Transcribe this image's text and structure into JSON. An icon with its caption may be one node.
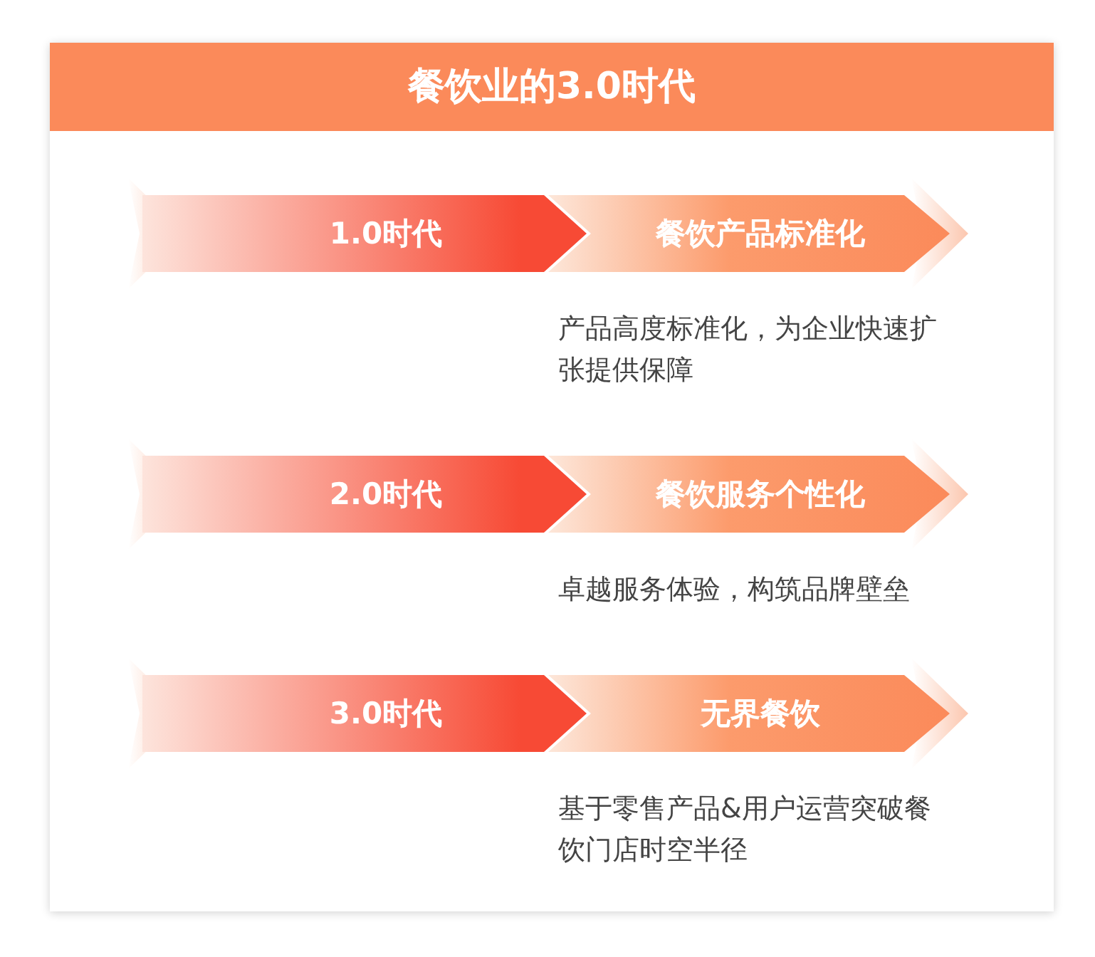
{
  "diagram": {
    "title": "餐饮业的3.0时代",
    "nodes": [
      {
        "text": [
          "1.0时代"
        ]
      },
      {
        "text": [
          "餐饮产品标准化"
        ],
        "beside": [
          "产品高度标准化，为企业快速扩张提供保障"
        ]
      },
      {
        "text": [
          "2.0时代"
        ]
      },
      {
        "text": [
          "餐饮服务个性化"
        ],
        "beside": [
          "卓越服务体验，构筑品牌壁垒"
        ]
      },
      {
        "text": [
          "3.0时代"
        ]
      },
      {
        "text": [
          "无界餐饮"
        ],
        "beside": [
          "基于零售产品&用户运营突破餐饮门店时空半径"
        ]
      }
    ]
  }
}
